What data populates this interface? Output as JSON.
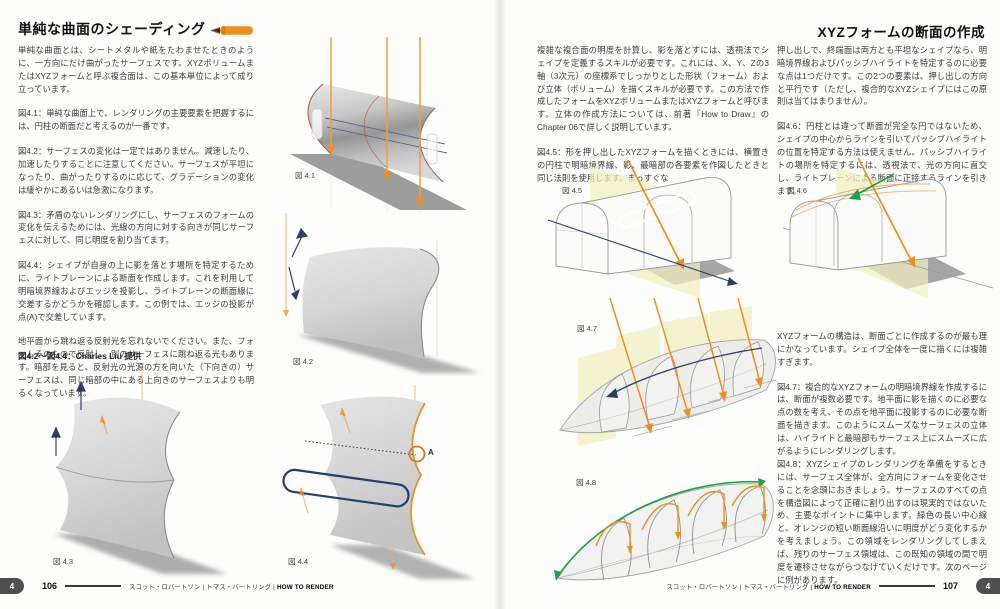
{
  "colors": {
    "accent_orange": "#ef8e1f",
    "plane_yellow": "#f2eec0",
    "arrow_blue": "#2e3f66",
    "arrow_green": "#1f9e45",
    "shadow_gray": "#a5a5a5",
    "outline_red": "#a8544a",
    "footer_tab_gray": "#4f4f4f"
  },
  "left_page": {
    "title": "単純な曲面のシェーディング",
    "paragraphs": [
      "単純な曲面とは、シートメタルや紙をたわませたときのように、一方向にだけ曲がったサーフェスです。XYZボリュームまたはXYZフォームと呼ぶ複合面は、この基本単位によって成り立っています。",
      "図4.1：単純な曲面上で、レンダリングの主要要素を把握するには、円柱の断面だと考えるのが一番です。",
      "図4.2：サーフェスの変化は一定ではありません。減速したり、加速したりすることに注意してください。サーフェスが平坦になったり、曲がったりするのに応じて、グラデーションの変化は緩やかにあるいは急激になります。",
      "図4.3：矛盾のないレンダリングにし、サーフェスのフォームの変化を伝えるためには、光線の方向に対する向きが同じサーフェスに対して、同じ明度を割り当てます。",
      "図4.4：シェイプが自身の上に影を落とす場所を特定するために、ライトプレーンによる断面を作成します。これを利用して明暗境界線およびエッジを投影し、ライトプレーンの断面線に交差するかどうかを確認します。この例では、エッジの投影が点(A)で交差しています。",
      "地平面から跳ね返る反射光を忘れないでください。また、フォームそのもので反射し、別のサーフェスに跳ね返る光もあります。暗部を見ると、反射光の光源の方を向いた（下向きの）サーフェスは、同じ暗部の中にある上向きのサーフェスよりも明るくなっています。"
    ],
    "credit": "図4.2～図4.4：Charles Liu 提供",
    "fig41_label": "図 4.1",
    "fig42_label": "図 4.2",
    "fig43_label": "図 4.3",
    "fig44_label": "図 4.4",
    "point_a_label": "A",
    "footer": {
      "chapter_tab": "4",
      "page_number": "106",
      "authors": "スコット・ロバートソン | トマス・バートリング | ",
      "book_title": "HOW TO RENDER"
    }
  },
  "right_page": {
    "title": "XYZフォームの断面の作成",
    "col1_paragraphs": [
      "複雑な複合面の明度を計算し、影を落とすには、透視法でシェイプを定義するスキルが必要です。これには、X、Y、Zの3軸（3次元）の座標系でしっかりとした形状（フォーム）および立体（ボリューム）を描くスキルが必要です。この方法で作成したフォームをXYZボリュームまたはXYZフォームと呼びます。立体の作成方法については、前著『How to Draw』のChapter 06で詳しく説明しています。",
      "図4.5：形を押し出したXYZフォームを描くときには、横置きの円柱で明暗境界線、影、最暗部の各要素を作図したときと同じ法則を使用します。まっすぐな"
    ],
    "col2_paragraphs": [
      "押し出しで、終端面は両方とも平坦なシェイプなら、明暗境界線およびパッシブハイライトを特定するのに必要な点は1つだけです。この2つの要素は、押し出しの方向と平行です（ただし、複合的なXYZシェイプにはこの原則は当てはまりません）。",
      "図4.6：円柱とは違って断面が完全な円ではないため、シェイプの中心からラインを引いてパッシブハイライトの位置を特定する方法は使えません。パッシブハイライトの場所を特定するには、透視法で、光の方向に直交し、ライトプレーンによる断面に正接するラインを引きます。"
    ],
    "mid_paragraphs": [
      "XYZフォームの構造は、断面ごとに作成するのが最も理にかなっています。シェイプ全体を一度に描くには複雑すぎます。",
      "図4.7：複合的なXYZフォームの明暗境界線を作成するには、断面が複数必要です。地平面に影を描くのに必要な点の数を考え、その点を地平面に投影するのに必要な断面を描きます。このようにスムーズなサーフェスの立体は、ハイライトと最暗部もサーフェス上にスムーズに広がるようにレンダリングします。"
    ],
    "bottom_paragraphs": [
      "図4.8：XYZシェイプのレンダリングを準備をするときには、サーフェス全体が、全方向にフォームを変化させることを念頭におきましょう。サーフェスのすべての点を構造図によって正確に割り出すのは現実的ではないため、主要なポイントに集中します。緑色の長い中心線と、オレンジの短い断面線沿いに明度がどう変化するかを考えましょう。この領域をレンダリングしてしまえば、残りのサーフェス領域は、この既知の領域の間で明度を遷移させながらつなげていくだけです。次のページに例があります。"
    ],
    "fig45_label": "図 4.5",
    "fig46_label": "図 4.6",
    "fig47_label": "図 4.7",
    "fig48_label": "図 4.8",
    "footer": {
      "chapter_tab": "4",
      "page_number": "107",
      "authors": "スコット・ロバートソン | トマス・バートリング | ",
      "book_title": "HOW TO RENDER"
    }
  }
}
